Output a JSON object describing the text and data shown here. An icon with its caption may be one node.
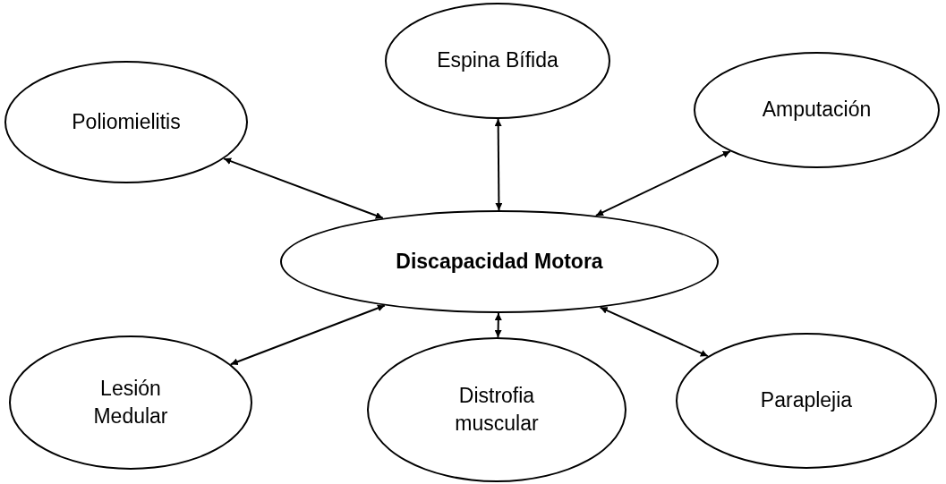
{
  "diagram": {
    "nodes": [
      {
        "text": [
          "Poliomielitis"
        ]
      },
      {
        "text": [
          "Espina Bífida"
        ]
      },
      {
        "text": [
          "Amputación"
        ]
      },
      {
        "text": [
          "Discapacidad Motora"
        ]
      },
      {
        "text": [
          "Lesión Medular"
        ]
      },
      {
        "text": [
          "Distrofia muscular"
        ]
      },
      {
        "text": [
          "Paraplejia"
        ]
      }
    ],
    "edges": [
      {
        "from": 0,
        "to": 3,
        "arrow": "both"
      },
      {
        "from": 1,
        "to": 3,
        "arrow": "both"
      },
      {
        "from": 2,
        "to": 3,
        "arrow": "both"
      },
      {
        "from": 3,
        "to": 4,
        "arrow": "both"
      },
      {
        "from": 3,
        "to": 5,
        "arrow": "both"
      },
      {
        "from": 3,
        "to": 6,
        "arrow": "both"
      }
    ]
  }
}
